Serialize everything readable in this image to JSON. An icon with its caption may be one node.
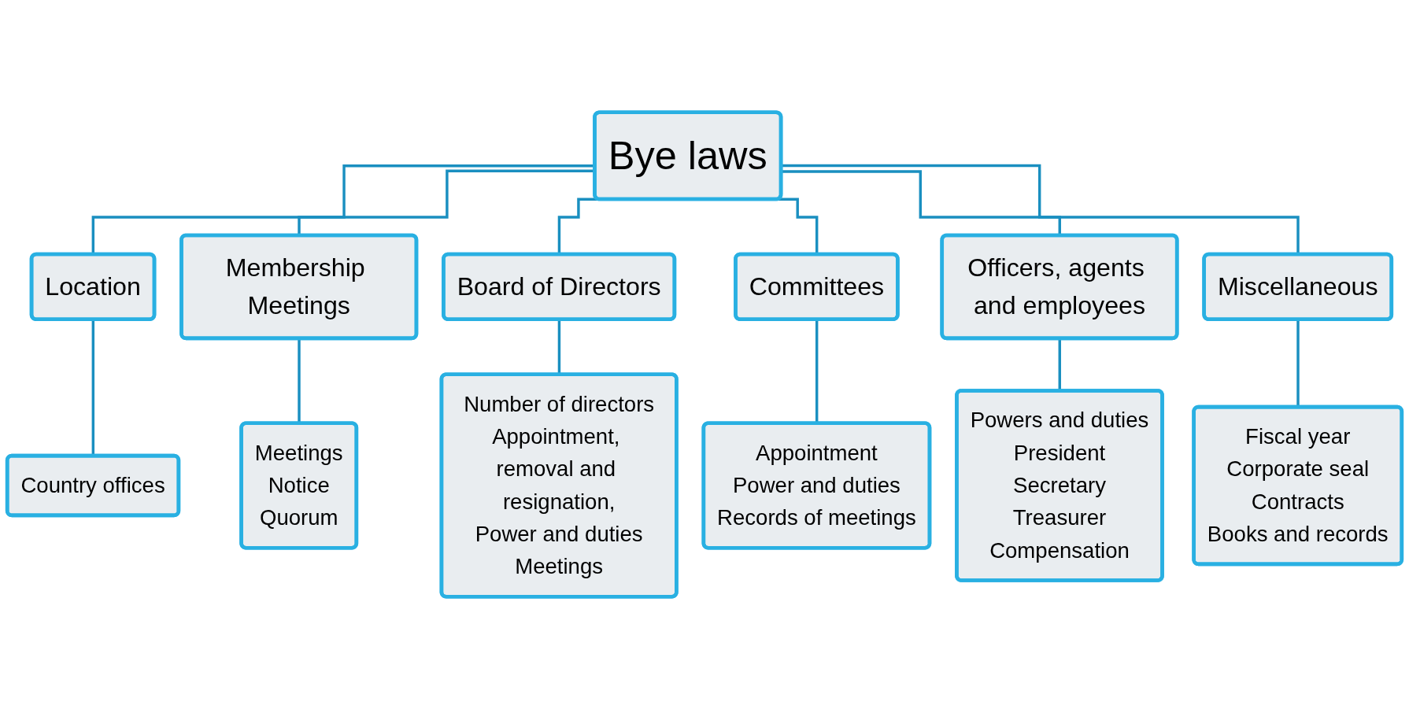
{
  "diagram": {
    "nodes": [
      {
        "text": [
          "Bye laws"
        ]
      },
      {
        "text": [
          "Location"
        ]
      },
      {
        "text": [
          "Membership Meetings"
        ]
      },
      {
        "text": [
          "Board of Directors"
        ]
      },
      {
        "text": [
          "Committees"
        ]
      },
      {
        "text": [
          "Officers, agents and employees"
        ]
      },
      {
        "text": [
          "Miscellaneous"
        ]
      },
      {
        "text": [
          "Country offices"
        ]
      },
      {
        "text": [
          "Meetings",
          "Notice",
          "Quorum"
        ]
      },
      {
        "text": [
          "Number of directors",
          "Appointment, removal and resignation,",
          "Power and duties",
          "Meetings"
        ]
      },
      {
        "text": [
          "Appointment",
          "Power and duties",
          "Records of meetings"
        ]
      },
      {
        "text": [
          "Powers and duties",
          "President",
          "Secretary",
          "Treasurer",
          "Compensation"
        ]
      },
      {
        "text": [
          "Fiscal year",
          "Corporate seal",
          "Contracts",
          "Books and records"
        ]
      }
    ],
    "edges": [
      {
        "from": 0,
        "to": 1,
        "arrow": "none"
      },
      {
        "from": 0,
        "to": 2,
        "arrow": "none"
      },
      {
        "from": 0,
        "to": 3,
        "arrow": "none"
      },
      {
        "from": 0,
        "to": 4,
        "arrow": "none"
      },
      {
        "from": 0,
        "to": 5,
        "arrow": "none"
      },
      {
        "from": 0,
        "to": 6,
        "arrow": "none"
      },
      {
        "from": 1,
        "to": 7,
        "arrow": "none"
      },
      {
        "from": 2,
        "to": 8,
        "arrow": "none"
      },
      {
        "from": 3,
        "to": 9,
        "arrow": "none"
      },
      {
        "from": 4,
        "to": 10,
        "arrow": "none"
      },
      {
        "from": 5,
        "to": 11,
        "arrow": "none"
      },
      {
        "from": 6,
        "to": 12,
        "arrow": "none"
      }
    ]
  }
}
